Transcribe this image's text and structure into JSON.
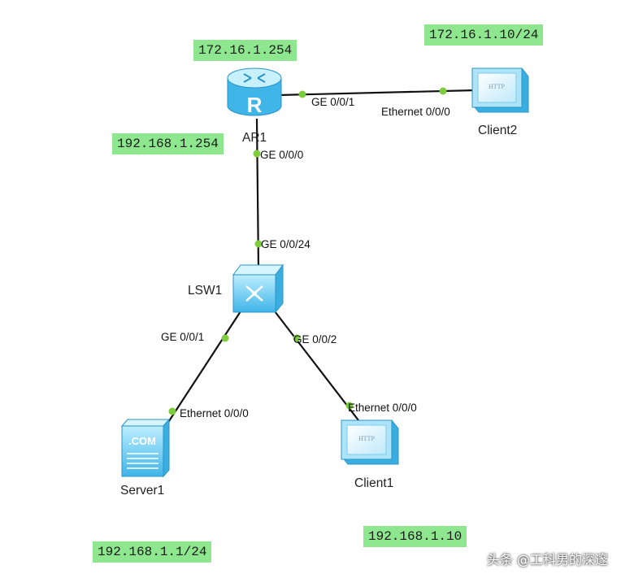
{
  "devices": {
    "router": "AR1",
    "switch": "LSW1",
    "server": "Server1",
    "client1": "Client1",
    "client2": "Client2"
  },
  "router_icon_letter": "R",
  "server_icon_text": ".COM",
  "client_icon_text": "HTTP",
  "ports": {
    "ar1_to_client2": "GE 0/0/1",
    "client2_eth": "Ethernet 0/0/0",
    "ar1_to_switch": "GE 0/0/0",
    "switch_to_ar1": "GE 0/0/24",
    "switch_to_server": "GE 0/0/1",
    "server_eth": "Ethernet 0/0/0",
    "switch_to_client1": "GE 0/0/2",
    "client1_eth": "Ethernet 0/0/0"
  },
  "ip_labels": {
    "ar1_upper": "172.16.1.254",
    "client2": "172.16.1.10/24",
    "ar1_lower": "192.168.1.254",
    "server": "192.168.1.1/24",
    "client1": "192.168.1.10"
  },
  "watermark": "头条 @工科男的深邃",
  "colors": {
    "ip_label_bg": "#8ee68e",
    "port_dot": "#7ccc3c",
    "device_blue": "#5cc8f0",
    "link": "#111111"
  }
}
